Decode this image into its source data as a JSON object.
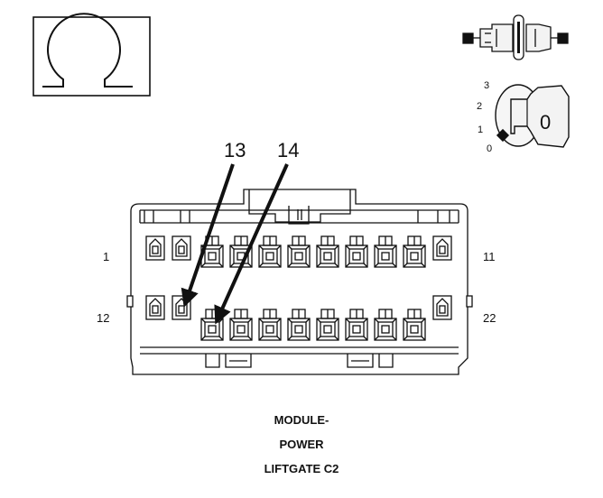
{
  "callouts": {
    "a": "13",
    "b": "14"
  },
  "pin_labels": {
    "top_left": "1",
    "top_right": "11",
    "bottom_left": "12",
    "bottom_right": "22"
  },
  "ignition": {
    "positions": [
      "3",
      "2",
      "1",
      "0"
    ],
    "key_letter": "0"
  },
  "caption": {
    "line1": "MODULE-",
    "line2": "POWER",
    "line3": "LIFTGATE C2"
  },
  "icons": {
    "ohm": "ohmmeter-symbol-icon",
    "connector": "disconnected-connector-icon",
    "key": "ignition-key-icon"
  }
}
